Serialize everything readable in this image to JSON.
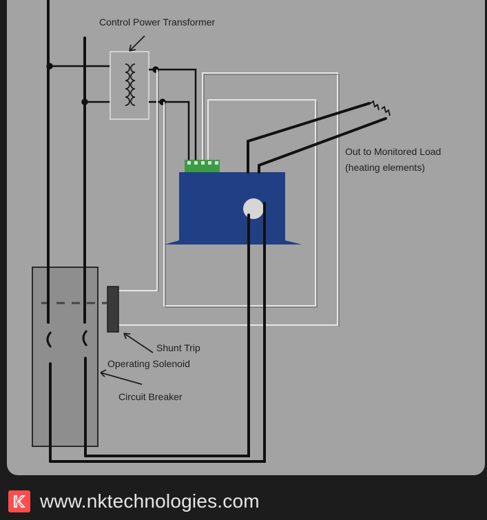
{
  "diagram": {
    "labels": {
      "transformer": "Control Power Transformer",
      "load_line1": "Out to Monitored Load",
      "load_line2": "(heating elements)",
      "shunt_line1": "Shunt Trip",
      "shunt_line2": "Operating Solenoid",
      "breaker": "Circuit Breaker"
    },
    "colors": {
      "background": "#a3a3a3",
      "wire": "#111111",
      "sensor_body": "#213f84",
      "terminal_block": "#3d9b45",
      "breaker_box": "#8e8e8e",
      "solenoid": "#3a3a3a"
    }
  },
  "source": {
    "logo_icon": "nk-logo-icon",
    "url": "www.nktechnologies.com"
  }
}
